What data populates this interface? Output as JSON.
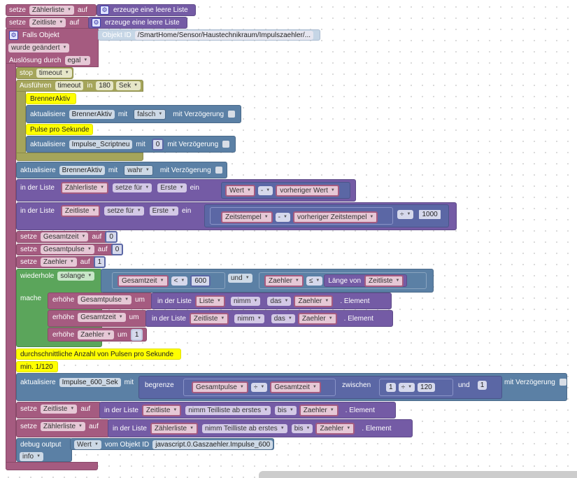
{
  "blocks": {
    "set_zaehlerliste": {
      "setze": "setze",
      "var": "Zählerliste",
      "auf": "auf",
      "create": "erzeuge eine leere Liste"
    },
    "set_zeitliste": {
      "setze": "setze",
      "var": "Zeitliste",
      "auf": "auf",
      "create": "erzeuge eine leere Liste"
    },
    "trigger": {
      "label": "Falls Objekt",
      "objid_label": "Objekt ID",
      "objid_value": "/SmartHome/Sensor/Haustechnikraum/Impulszaehler/...",
      "condition": "wurde geändert",
      "ausloesung_label": "Auslösung durch",
      "ausloesung_value": "egal"
    },
    "stop": {
      "label": "stop",
      "value": "timeout"
    },
    "timeout": {
      "label": "Ausführen",
      "name": "timeout",
      "in": "in",
      "value": "180",
      "unit": "Sek"
    },
    "comment1": "BrennerAktiv",
    "update1": {
      "label": "aktualisiere",
      "target": "BrennerAktiv",
      "mit": "mit",
      "value": "falsch",
      "delay": "mit Verzögerung"
    },
    "comment2": "Pulse pro Sekunde",
    "update2": {
      "label": "aktualisiere",
      "target": "Impulse_Scriptneu",
      "mit": "mit",
      "value": "0",
      "delay": "mit Verzögerung"
    },
    "update3": {
      "label": "aktualisiere",
      "target": "BrennerAktiv",
      "mit": "mit",
      "value": "wahr",
      "delay": "mit Verzögerung"
    },
    "list_set1": {
      "label": "in der Liste",
      "list": "Zählerliste",
      "mode": "setze für",
      "pos": "Erste",
      "ein": "ein",
      "a": "Wert",
      "op": "-",
      "b": "vorheriger Wert"
    },
    "list_set2": {
      "label": "in der Liste",
      "list": "Zeitliste",
      "mode": "setze für",
      "pos": "Erste",
      "ein": "ein",
      "a": "Zeitstempel",
      "op": "-",
      "b": "vorheriger Zeitstempel",
      "op2": "÷",
      "c": "1000"
    },
    "set_gesamtzeit": {
      "setze": "setze",
      "var": "Gesamtzeit",
      "auf": "auf",
      "value": "0"
    },
    "set_gesamtpulse": {
      "setze": "setze",
      "var": "Gesamtpulse",
      "auf": "auf",
      "value": "0"
    },
    "set_zaehler": {
      "setze": "setze",
      "var": "Zaehler",
      "auf": "auf",
      "value": "1"
    },
    "loop": {
      "label": "wiederhole",
      "mode": "solange",
      "mache": "mache",
      "cond_a": "Gesamtzeit",
      "cond_op": "<",
      "cond_val": "600",
      "and": "und",
      "cond_b": "Zaehler",
      "cond_op2": "≤",
      "len_label": "Länge von",
      "len_list": "Zeitliste"
    },
    "inc1": {
      "label": "erhöhe",
      "var": "Gesamtpulse",
      "um": "um",
      "in_list": "in der Liste",
      "list": "Liste",
      "nimm": "nimm",
      "das": "das",
      "idx": "Zaehler",
      "el": ". Element"
    },
    "inc2": {
      "label": "erhöhe",
      "var": "Gesamtzeit",
      "um": "um",
      "in_list": "in der Liste",
      "list": "Zeitliste",
      "nimm": "nimm",
      "das": "das",
      "idx": "Zaehler",
      "el": ". Element"
    },
    "inc3": {
      "label": "erhöhe",
      "var": "Zaehler",
      "um": "um",
      "value": "1"
    },
    "comment3": "durchschnittliche Anzahl von Pulsen pro Sekunde",
    "comment4": "min. 1/120",
    "update4": {
      "label": "aktualisiere",
      "target": "Impulse_600_Sek",
      "mit": "mit",
      "begrenze": "begrenze",
      "a": "Gesamtpulse",
      "op": "÷",
      "b": "Gesamtzeit",
      "zwischen": "zwischen",
      "l1": "1",
      "op2": "÷",
      "l2": "120",
      "und": "und",
      "h": "1",
      "delay": "mit Verzögerung"
    },
    "set_zeitliste2": {
      "setze": "setze",
      "var": "Zeitliste",
      "auf": "auf",
      "in_list": "in der Liste",
      "list": "Zeitliste",
      "mode": "nimm Teilliste ab erstes",
      "bis": "bis",
      "idx": "Zaehler",
      "el": ". Element"
    },
    "set_zaehlerliste2": {
      "setze": "setze",
      "var": "Zählerliste",
      "auf": "auf",
      "in_list": "in der Liste",
      "list": "Zählerliste",
      "mode": "nimm Teilliste ab erstes",
      "bis": "bis",
      "idx": "Zaehler",
      "el": ". Element"
    },
    "debug": {
      "label": "debug output",
      "val": "Wert",
      "vom": "vom Objekt ID",
      "id": "javascript.0.Gaszaehler.Impulse_600",
      "level": "info"
    }
  },
  "colors": {
    "variable": "#a55b80",
    "list": "#745ba5",
    "io": "#5b80a5",
    "timer": "#a5a55b",
    "loop": "#5ba55b",
    "math": "#5b67a5",
    "comment": "#ffff00"
  }
}
